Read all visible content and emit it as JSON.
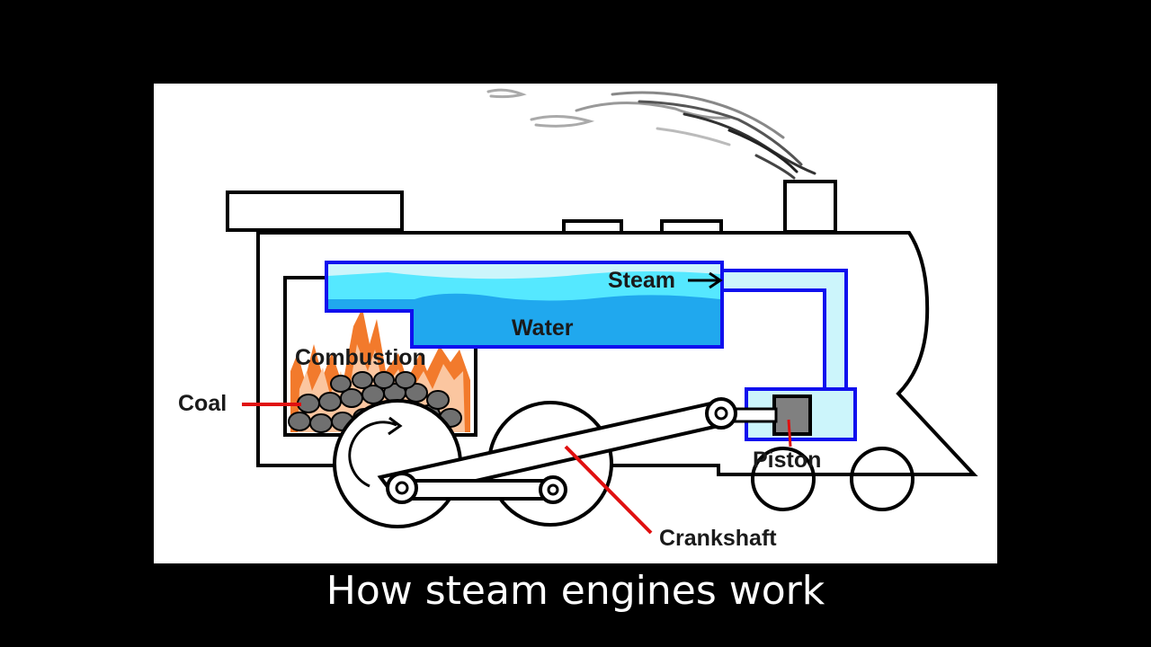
{
  "caption": "How steam engines work",
  "labels": {
    "steam": "Steam",
    "water": "Water",
    "combustion": "Combustion",
    "coal": "Coal",
    "piston": "Piston",
    "crankshaft": "Crankshaft"
  },
  "colors": {
    "steam": "#ccf5fb",
    "water": "#20a8ee",
    "water_light": "#55e8ff",
    "boiler_outline": "#1010ee",
    "flame": "#f27a2c",
    "coal": "#707070",
    "pointer": "#e01010",
    "smoke": "#909090",
    "piston": "#808080"
  }
}
